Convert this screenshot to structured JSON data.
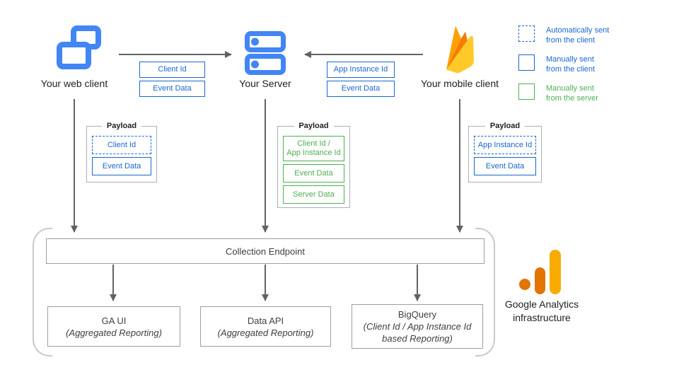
{
  "clients": {
    "web": {
      "label": "Your web client"
    },
    "server": {
      "label": "Your Server"
    },
    "mobile": {
      "label": "Your mobile client"
    }
  },
  "flow_tags": {
    "web_to_server": [
      "Client Id",
      "Event Data"
    ],
    "mobile_to_server": [
      "App Instance Id",
      "Event Data"
    ]
  },
  "legend": [
    {
      "swatch": "dashed-blue",
      "lines": [
        "Automatically sent",
        "from the client"
      ]
    },
    {
      "swatch": "solid-blue",
      "lines": [
        "Manually sent",
        "from the client"
      ]
    },
    {
      "swatch": "solid-green",
      "lines": [
        "Manually sent",
        "from the server"
      ]
    }
  ],
  "payloads": [
    {
      "title": "Payload",
      "items": [
        {
          "style": "dashed-blue",
          "lines": [
            "Client Id"
          ]
        },
        {
          "style": "solid-blue",
          "lines": [
            "Event Data"
          ]
        }
      ]
    },
    {
      "title": "Payload",
      "items": [
        {
          "style": "solid-green",
          "lines": [
            "Client Id /",
            "App Instance Id"
          ]
        },
        {
          "style": "solid-green",
          "lines": [
            "Event Data"
          ]
        },
        {
          "style": "solid-green",
          "lines": [
            "Server Data"
          ]
        }
      ]
    },
    {
      "title": "Payload",
      "items": [
        {
          "style": "dashed-blue",
          "lines": [
            "App Instance Id"
          ]
        },
        {
          "style": "solid-blue",
          "lines": [
            "Event Data"
          ]
        }
      ]
    }
  ],
  "infrastructure": {
    "endpoint": "Collection Endpoint",
    "services": [
      {
        "name": "GA UI",
        "detail": "(Aggregated Reporting)"
      },
      {
        "name": "Data API",
        "detail": "(Aggregated Reporting)"
      },
      {
        "name": "BigQuery",
        "detail": "(Client Id / App Instance Id based Reporting)"
      }
    ],
    "brand": {
      "lines": [
        "Google Analytics",
        "infrastructure"
      ]
    }
  },
  "colors": {
    "blue": "#1967D2",
    "icon_blue": "#4285F4",
    "green": "#4CAF50",
    "arrow_gray": "#5F6368",
    "box_border_gray": "#9E9E9E",
    "bracket_gray": "#C6CACE",
    "ga_orange": "#E37400",
    "ga_amber": "#F9AB00",
    "firebase_yellow": "#FFCA28",
    "firebase_orange": "#FFA000",
    "firebase_deep_orange": "#F57C00"
  }
}
